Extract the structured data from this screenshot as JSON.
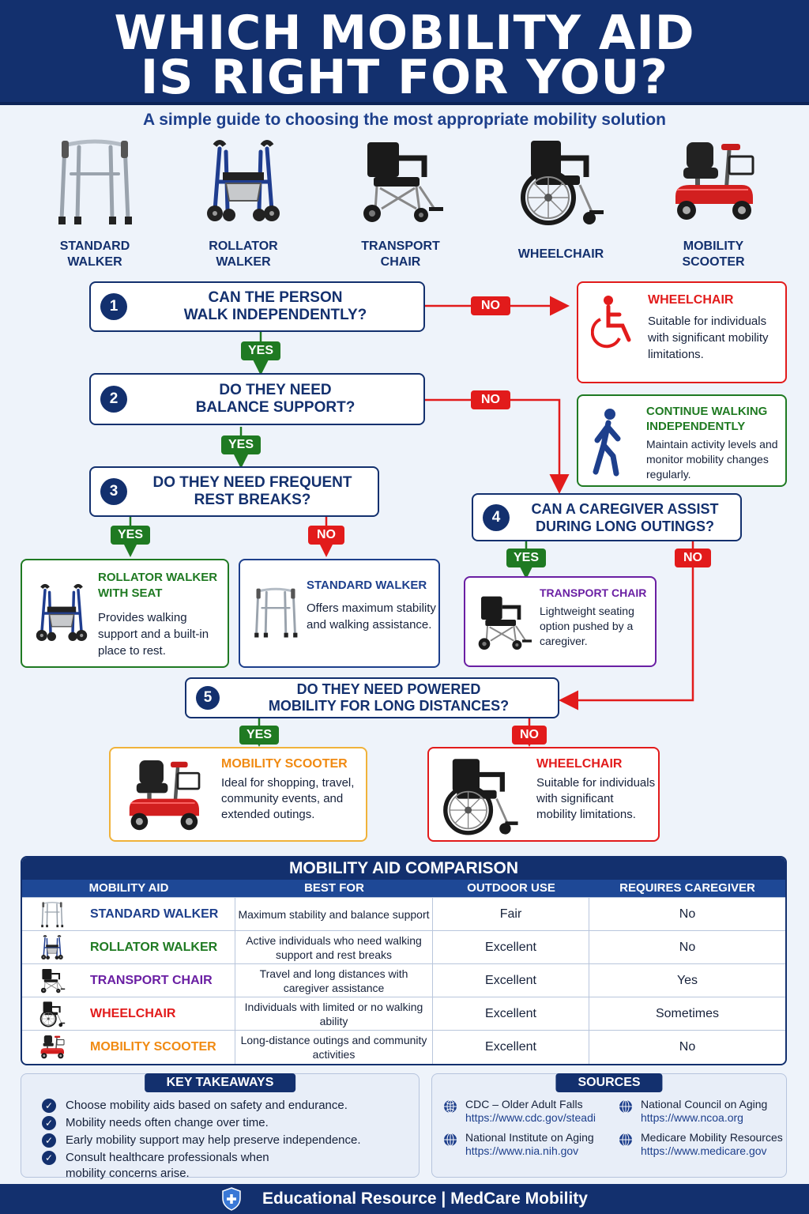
{
  "header": {
    "title_line1": "WHICH MOBILITY AID",
    "title_line2": "IS RIGHT FOR YOU?",
    "subtitle": "A simple guide to choosing the most appropriate mobility solution"
  },
  "gallery": [
    {
      "line1": "STANDARD",
      "line2": "WALKER"
    },
    {
      "line1": "ROLLATOR",
      "line2": "WALKER"
    },
    {
      "line1": "TRANSPORT",
      "line2": "CHAIR"
    },
    {
      "line1": "WHEELCHAIR",
      "line2": ""
    },
    {
      "line1": "MOBILITY",
      "line2": "SCOOTER"
    }
  ],
  "questions": {
    "q1": {
      "num": "1",
      "line1": "CAN THE PERSON",
      "line2": "WALK INDEPENDENTLY?"
    },
    "q2": {
      "num": "2",
      "line1": "DO THEY NEED",
      "line2": "BALANCE SUPPORT?"
    },
    "q3": {
      "num": "3",
      "line1": "DO THEY NEED FREQUENT",
      "line2": "REST BREAKS?"
    },
    "q4": {
      "num": "4",
      "line1": "CAN A CAREGIVER ASSIST",
      "line2": "DURING LONG OUTINGS?"
    },
    "q5": {
      "num": "5",
      "line1": "DO THEY NEED POWERED",
      "line2": "MOBILITY FOR LONG DISTANCES?"
    }
  },
  "labels": {
    "yes": "YES",
    "no": "NO"
  },
  "results": {
    "wheelchair_top": {
      "title": "WHEELCHAIR",
      "desc": "Suitable for individuals with significant mobility limitations."
    },
    "continue": {
      "title": "CONTINUE WALKING INDEPENDENTLY",
      "desc": "Maintain activity levels and monitor mobility changes regularly."
    },
    "rollator": {
      "title": "ROLLATOR WALKER WITH SEAT",
      "desc": "Provides walking support and a built-in place to rest."
    },
    "standard": {
      "title": "STANDARD WALKER",
      "desc": "Offers maximum stability and walking assistance."
    },
    "transport": {
      "title": "TRANSPORT CHAIR",
      "desc": "Lightweight seating option pushed by a caregiver."
    },
    "scooter": {
      "title": "MOBILITY SCOOTER",
      "desc": "Ideal for shopping, travel, community events, and extended outings."
    },
    "wheelchair_bottom": {
      "title": "WHEELCHAIR",
      "desc": "Suitable for individuals with significant mobility limitations."
    }
  },
  "comparison": {
    "title": "MOBILITY AID COMPARISON",
    "headers": [
      "MOBILITY AID",
      "BEST FOR",
      "OUTDOOR USE",
      "REQUIRES CAREGIVER"
    ],
    "rows": [
      {
        "aid": "STANDARD WALKER",
        "best_for": "Maximum stability and balance support",
        "outdoor": "Fair",
        "caregiver": "No",
        "color": "#1d3f8c",
        "icon": "walker-icon"
      },
      {
        "aid": "ROLLATOR WALKER",
        "best_for": "Active individuals who need walking support and rest breaks",
        "outdoor": "Excellent",
        "caregiver": "No",
        "color": "#1f7a22",
        "icon": "rollator-icon"
      },
      {
        "aid": "TRANSPORT CHAIR",
        "best_for": "Travel and long distances with caregiver assistance",
        "outdoor": "Excellent",
        "caregiver": "Yes",
        "color": "#6a1fa3",
        "icon": "transport-chair-icon"
      },
      {
        "aid": "WHEELCHAIR",
        "best_for": "Individuals with limited or no walking ability",
        "outdoor": "Excellent",
        "caregiver": "Sometimes",
        "color": "#e21b1b",
        "icon": "wheelchair-icon"
      },
      {
        "aid": "MOBILITY SCOOTER",
        "best_for": "Long-distance outings and community activities",
        "outdoor": "Excellent",
        "caregiver": "No",
        "color": "#f08a12",
        "icon": "scooter-icon"
      }
    ]
  },
  "takeaways": {
    "title": "KEY TAKEAWAYS",
    "items": [
      "Choose mobility aids based on safety and endurance.",
      "Mobility needs often change over time.",
      "Early mobility support may help preserve independence.",
      "Consult healthcare professionals when mobility concerns arise."
    ]
  },
  "sources": {
    "title": "SOURCES",
    "items": [
      {
        "name": "CDC – Older Adult Falls",
        "url": "https://www.cdc.gov/steadi"
      },
      {
        "name": "National Council on Aging",
        "url": "https://www.ncoa.org"
      },
      {
        "name": "National Institute on Aging",
        "url": "https://www.nia.nih.gov"
      },
      {
        "name": "Medicare Mobility Resources",
        "url": "https://www.medicare.gov"
      }
    ]
  },
  "footer": {
    "text": "Educational Resource | MedCare Mobility"
  },
  "colors": {
    "navy": "#13306e",
    "green": "#1f7a22",
    "red": "#e21b1b",
    "purple": "#6a1fa3",
    "orange": "#f08a12"
  }
}
